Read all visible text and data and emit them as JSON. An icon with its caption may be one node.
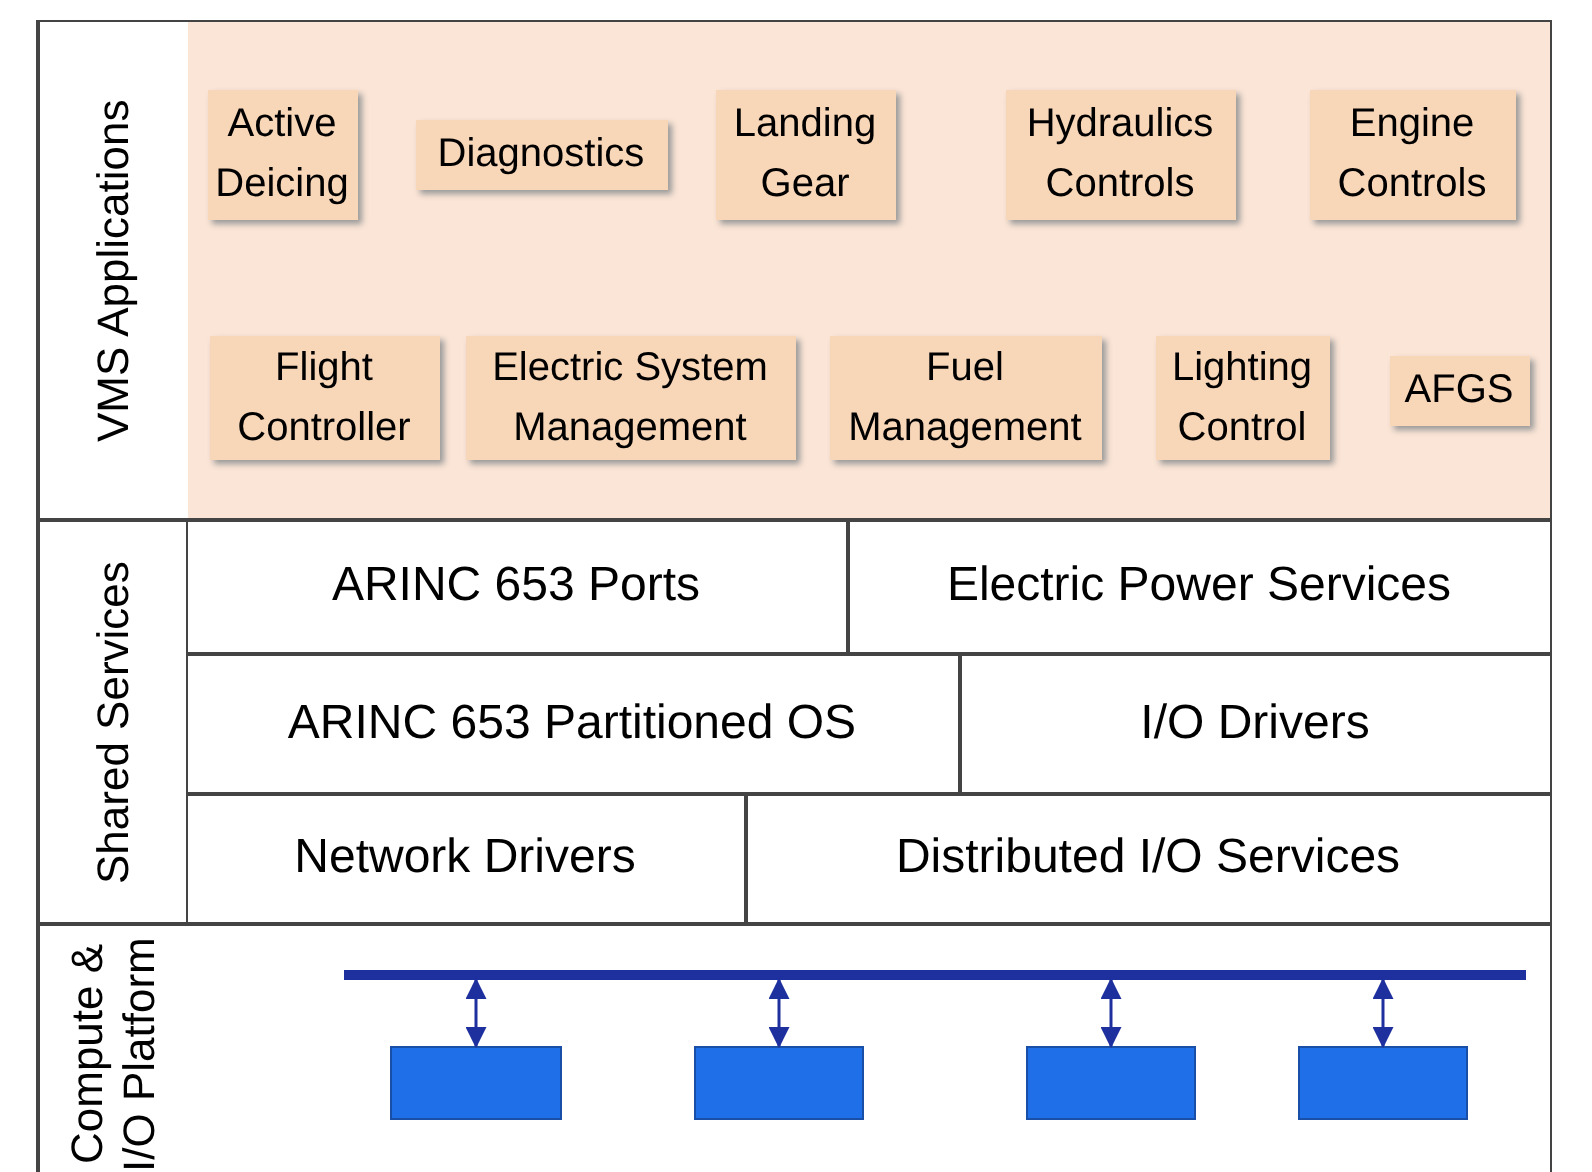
{
  "diagram": {
    "nodes": [
      {
        "text": [
          "VMS Applications"
        ]
      },
      {
        "text": [
          "Active Deicing"
        ],
        "in": 0
      },
      {
        "text": [
          "Diagnostics"
        ],
        "in": 0
      },
      {
        "text": [
          "Landing Gear"
        ],
        "in": 0
      },
      {
        "text": [
          "Hydraulics Controls"
        ],
        "in": 0
      },
      {
        "text": [
          "Engine Controls"
        ],
        "in": 0
      },
      {
        "text": [
          "Flight Controller"
        ],
        "in": 0
      },
      {
        "text": [
          "Electric System Management"
        ],
        "in": 0
      },
      {
        "text": [
          "Fuel Management"
        ],
        "in": 0
      },
      {
        "text": [
          "Lighting Control"
        ],
        "in": 0
      },
      {
        "text": [
          "AFGS"
        ],
        "in": 0
      },
      {
        "text": [
          "Shared Services"
        ]
      },
      {
        "text": [
          "ARINC 653 Ports"
        ],
        "in": 11
      },
      {
        "text": [
          "Electric Power Services"
        ],
        "in": 11
      },
      {
        "text": [
          "ARINC 653 Partitioned OS"
        ],
        "in": 11
      },
      {
        "text": [
          "I/O Drivers"
        ],
        "in": 11
      },
      {
        "text": [
          "Network Drivers"
        ],
        "in": 11
      },
      {
        "text": [
          "Distributed I/O Services"
        ],
        "in": 11
      },
      {
        "text": [
          "Compute & I/O Platform"
        ]
      },
      {
        "text": [],
        "shape": "bar",
        "in": 18
      },
      {
        "text": [],
        "shape": "box",
        "in": 18
      },
      {
        "text": [],
        "shape": "box",
        "in": 18
      },
      {
        "text": [],
        "shape": "box",
        "in": 18
      },
      {
        "text": [],
        "shape": "box",
        "in": 18
      }
    ],
    "edges": [
      {
        "from": 19,
        "to": 20,
        "arrow": "both"
      },
      {
        "from": 19,
        "to": 21,
        "arrow": "both"
      },
      {
        "from": 19,
        "to": 22,
        "arrow": "both"
      },
      {
        "from": 19,
        "to": 23,
        "arrow": "both"
      }
    ]
  }
}
